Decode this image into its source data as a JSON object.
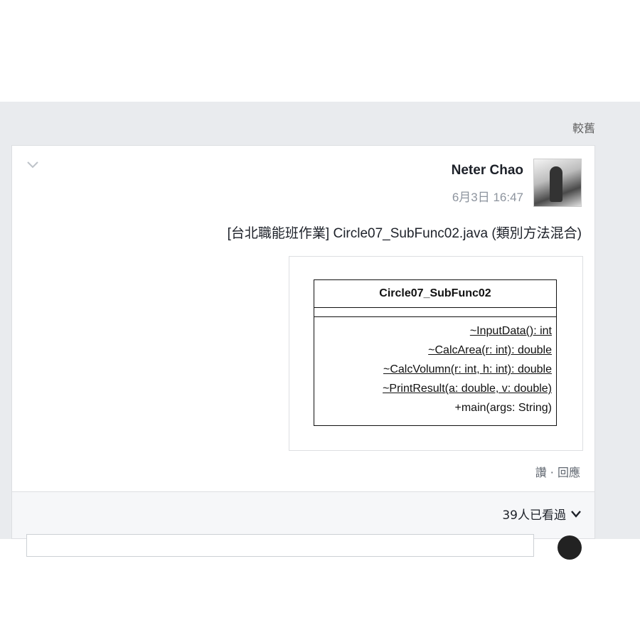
{
  "header": {
    "older_label": "較舊"
  },
  "post": {
    "author": "Neter Chao",
    "timestamp": "6月3日 16:47",
    "text": "[台北職能班作業] Circle07_SubFunc02.java (類別方法混合)"
  },
  "uml": {
    "class_name": "Circle07_SubFunc02",
    "methods": [
      "~InputData(): int",
      "~CalcArea(r: int): double",
      "~CalcVolumn(r: int, h: int): double",
      "~PrintResult(a: double, v: double)",
      "+main(args: String)"
    ]
  },
  "actions": {
    "like": "讚",
    "separator": "·",
    "reply": "回應"
  },
  "footer": {
    "seen_label": "39人已看過"
  },
  "icons": {
    "menu": "chevron-down-icon",
    "seen": "chevron-down-icon",
    "avatar": "avatar"
  }
}
